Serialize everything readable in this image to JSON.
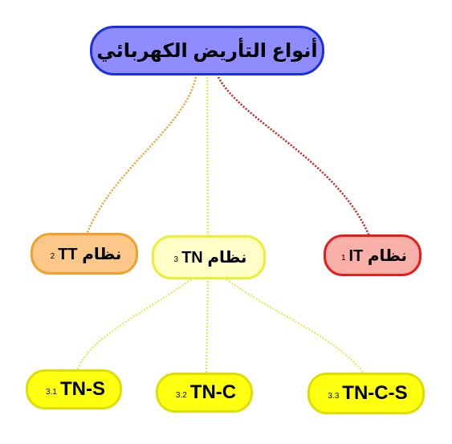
{
  "root": {
    "label": "أنواع التأريض الكهربائي"
  },
  "nodes": {
    "tt": {
      "label": "نظام TT",
      "num": "2"
    },
    "tn": {
      "label": "نظام TN",
      "num": "3"
    },
    "it": {
      "label": "نظام IT",
      "num": "1"
    },
    "tns": {
      "label": "TN-S",
      "num": "3.1"
    },
    "tnc": {
      "label": "TN-C",
      "num": "3.2"
    },
    "tncs": {
      "label": "TN-C-S",
      "num": "3.3"
    }
  },
  "colors": {
    "root_fill": "#8f8cff",
    "root_border": "#1a2fe6",
    "tt_fill": "#fbc88a",
    "tt_border": "#f0a02c",
    "tn_fill": "#ffffc8",
    "tn_border": "#eeee30",
    "it_fill": "#f8b0a8",
    "it_border": "#e81c1c",
    "leaf_fill": "#ffff10",
    "leaf_border": "#dede00"
  }
}
